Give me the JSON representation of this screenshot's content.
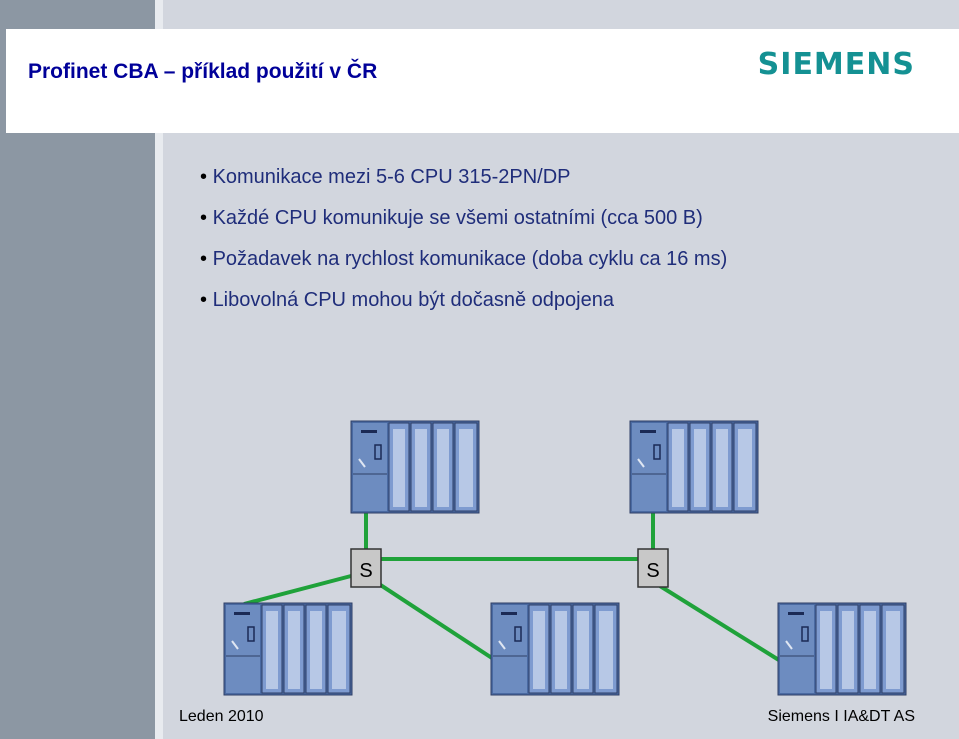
{
  "slide": {
    "title": "Profinet CBA – příklad použití v ČR",
    "brand": "SIEMENS",
    "bullets": [
      "Komunikace mezi 5-6 CPU 315-2PN/DP",
      "Každé CPU komunikuje se všemi ostatními (cca 500 B)",
      "Požadavek na rychlost komunikace (doba cyklu ca 16 ms)",
      "Libovolná CPU mohou být dočasně odpojena"
    ],
    "switch_label": "S",
    "footer_left": "Leden 2010",
    "footer_right": "Siemens I IA&DT AS"
  },
  "colors": {
    "title": "#000099",
    "brand": "#149193",
    "bullet_text": "#1f2d7a",
    "network_line": "#1fa23a",
    "plc_body": "#5b7db5",
    "switch_fill": "#c8c8c8"
  },
  "diagram": {
    "plc_icon": "plc-station-icon",
    "switch_icon": "network-switch-icon"
  }
}
